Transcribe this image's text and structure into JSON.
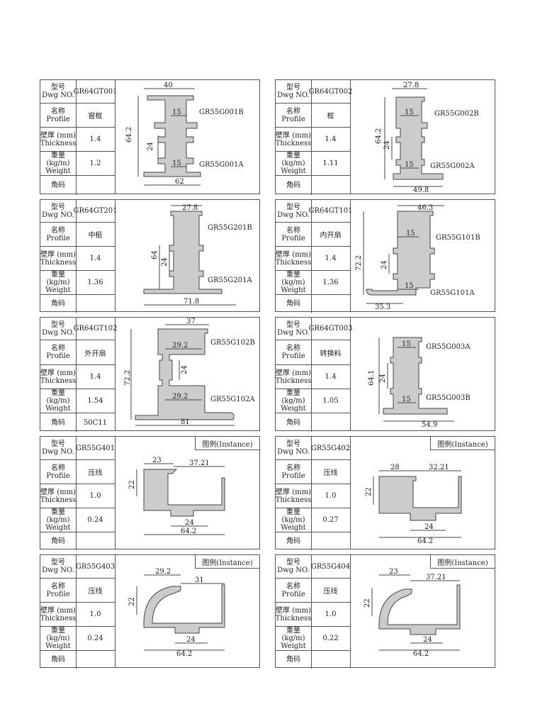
{
  "labels": {
    "model_cn": "型号",
    "model_en": "Dwg NO.",
    "profile_cn": "名称",
    "profile_en": "Profile",
    "thick_cn": "壁厚 (mm)",
    "thick_en": "Thickness",
    "weight_cn": "重量 (kg/m)",
    "weight_en": "Weight",
    "code_cn": "角码",
    "instance": "图例(Instance)"
  },
  "cards": [
    {
      "dwg": "GR64GT001",
      "profile": "窗框",
      "thickness": "1.4",
      "weight": "1.2",
      "code": "",
      "dims": [
        "40",
        "15",
        "64.2",
        "24",
        "15",
        "62"
      ],
      "parts": [
        "GR55G001B",
        "GR55G001A"
      ]
    },
    {
      "dwg": "GR64GT002",
      "profile": "框",
      "thickness": "1.4",
      "weight": "1.11",
      "code": "",
      "dims": [
        "27.8",
        "15",
        "64.2",
        "24",
        "15",
        "49.8"
      ],
      "parts": [
        "GR55G002B",
        "GR55G002A"
      ]
    },
    {
      "dwg": "GR64GT201",
      "profile": "中梃",
      "thickness": "1.4",
      "weight": "1.36",
      "code": "",
      "dims": [
        "27.8",
        "64",
        "24",
        "71.8"
      ],
      "parts": [
        "GR55G201B",
        "GR55G201A"
      ]
    },
    {
      "dwg": "GR64GT101",
      "profile": "内开扇",
      "thickness": "1.4",
      "weight": "1.36",
      "code": "",
      "dims": [
        "46.3",
        "15",
        "72.2",
        "24",
        "15",
        "35.3"
      ],
      "parts": [
        "GR55G101B",
        "GR55G101A"
      ]
    },
    {
      "dwg": "GR64GT102",
      "profile": "外开扇",
      "thickness": "1.4",
      "weight": "1.54",
      "code": "50C11",
      "dims": [
        "37",
        "29.2",
        "72.2",
        "24",
        "29.2",
        "81"
      ],
      "parts": [
        "GR55G102B",
        "GR55G102A"
      ]
    },
    {
      "dwg": "GR64GT003",
      "profile": "转换料",
      "thickness": "1.4",
      "weight": "1.05",
      "code": "",
      "dims": [
        "15",
        "64.1",
        "24",
        "15",
        "54.9"
      ],
      "parts": [
        "GR55G003A",
        "GR55G003B"
      ]
    },
    {
      "dwg": "GR55G401",
      "profile": "压线",
      "thickness": "1.0",
      "weight": "0.24",
      "code": "",
      "dims": [
        "23",
        "37.21",
        "22",
        "24",
        "64.2"
      ],
      "parts": []
    },
    {
      "dwg": "GR55G402",
      "profile": "压线",
      "thickness": "1.0",
      "weight": "0.27",
      "code": "",
      "dims": [
        "28",
        "32.21",
        "22",
        "24",
        "64.2"
      ],
      "parts": []
    },
    {
      "dwg": "GR55G403",
      "profile": "压线",
      "thickness": "1.0",
      "weight": "0.24",
      "code": "",
      "dims": [
        "29.2",
        "31",
        "22",
        "24",
        "64.2"
      ],
      "parts": []
    },
    {
      "dwg": "GR55G404",
      "profile": "压线",
      "thickness": "1.0",
      "weight": "0.22",
      "code": "",
      "dims": [
        "23",
        "37.21",
        "22",
        "24",
        "64.2"
      ],
      "parts": []
    }
  ]
}
